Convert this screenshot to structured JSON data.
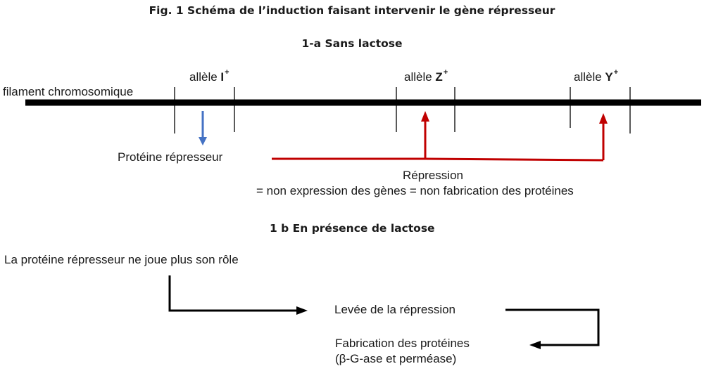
{
  "figure": {
    "title": "Fig. 1 Schéma de l’induction faisant intervenir le gène répresseur",
    "section_a": {
      "title": "1-a Sans lactose",
      "chromosome_label": "filament chromosomique",
      "alleles": [
        {
          "prefix": "allèle ",
          "gene": "I",
          "sign": "+"
        },
        {
          "prefix": "allèle ",
          "gene": "Z",
          "sign": "+"
        },
        {
          "prefix": "allèle ",
          "gene": "Y",
          "sign": "+"
        }
      ],
      "protein_label": "Protéine répresseur",
      "repression_label": "Répression",
      "repression_definition": "= non expression des gènes = non fabrication des protéines"
    },
    "section_b": {
      "title": "1 b En présence de lactose",
      "statement": "La protéine répresseur ne joue plus son rôle",
      "step1": "Levée de la répression",
      "step2_line1": "Fabrication des protéines",
      "step2_line2": "(β-G-ase et perméase)"
    }
  },
  "colors": {
    "text": "#1a1a1a",
    "chromosome": "#000000",
    "expression_arrow": "#4472c4",
    "repression_path": "#c00000",
    "flow_arrow": "#000000"
  }
}
